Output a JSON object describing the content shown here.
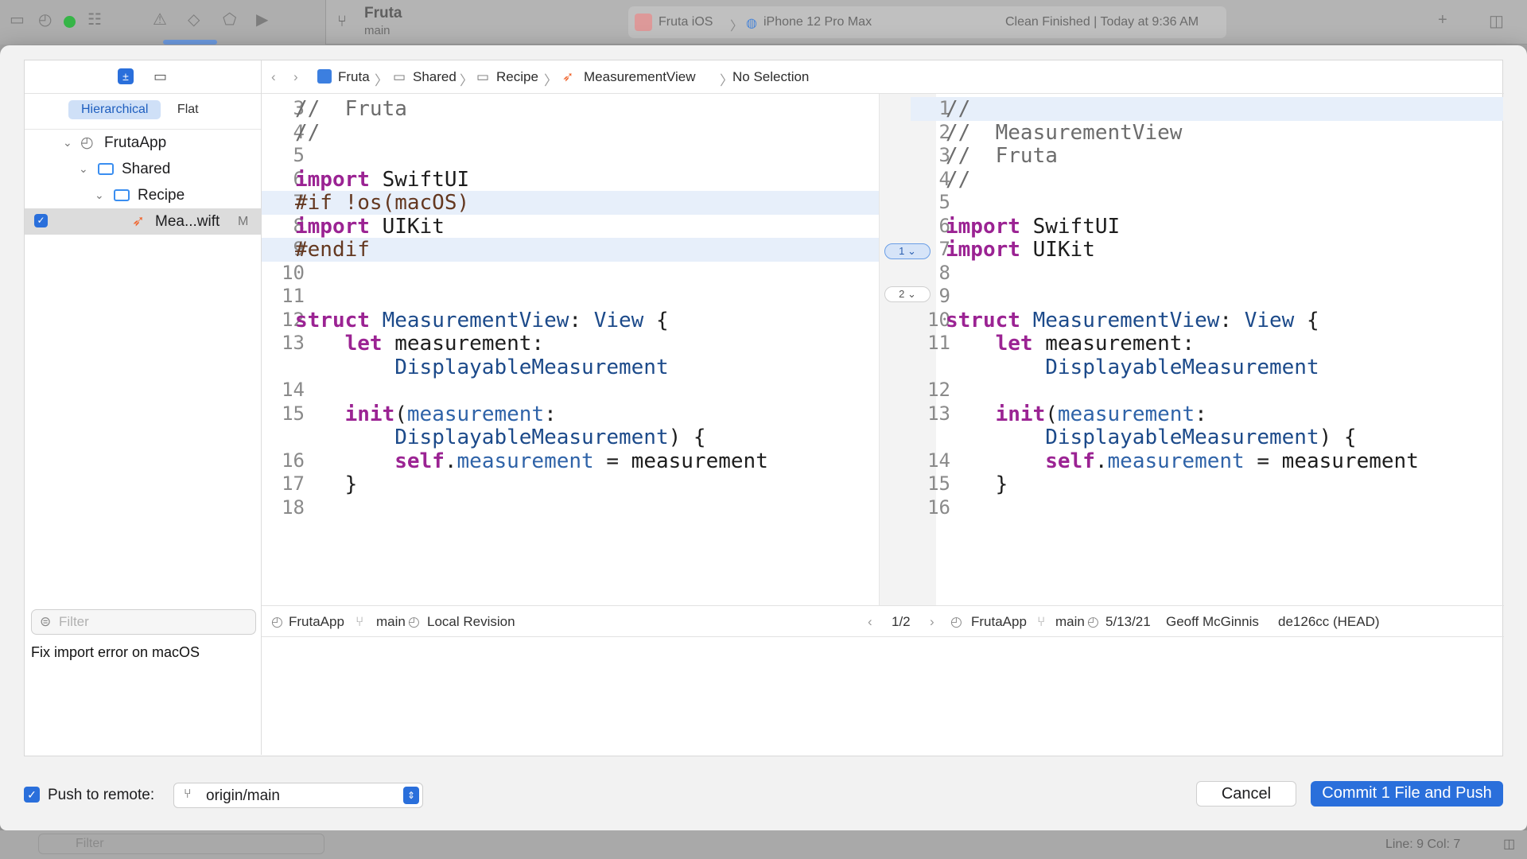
{
  "titlebar": {
    "project": "Fruta",
    "branch": "main",
    "scheme_target": "Fruta iOS",
    "device": "iPhone 12 Pro Max",
    "status": "Clean Finished | Today at 9:36 AM"
  },
  "sidebar": {
    "seg_hier": "Hierarchical",
    "seg_flat": "Flat",
    "tree": [
      {
        "label": "FrutaApp"
      },
      {
        "label": "Shared"
      },
      {
        "label": "Recipe"
      },
      {
        "label": "Mea...wift",
        "badge": "M"
      }
    ],
    "filter_placeholder": "Filter"
  },
  "jumpbar": {
    "items": [
      "Fruta",
      "Shared",
      "Recipe",
      "MeasurementView",
      "No Selection"
    ]
  },
  "left_code": {
    "lines": [
      {
        "n": "3",
        "t": "//  Fruta"
      },
      {
        "n": "4",
        "t": "//"
      },
      {
        "n": "5",
        "t": ""
      },
      {
        "n": "6",
        "t": "import SwiftUI"
      },
      {
        "n": "7",
        "t": "#if !os(macOS)"
      },
      {
        "n": "8",
        "t": "import UIKit"
      },
      {
        "n": "9",
        "t": "#endif"
      },
      {
        "n": "10",
        "t": ""
      },
      {
        "n": "11",
        "t": ""
      },
      {
        "n": "12",
        "t": "struct MeasurementView: View {"
      },
      {
        "n": "13",
        "t": "    let measurement:"
      },
      {
        "n": "",
        "t": "        DisplayableMeasurement"
      },
      {
        "n": "14",
        "t": ""
      },
      {
        "n": "15",
        "t": "    init(measurement:"
      },
      {
        "n": "",
        "t": "        DisplayableMeasurement) {"
      },
      {
        "n": "16",
        "t": "        self.measurement = measurement"
      },
      {
        "n": "17",
        "t": "    }"
      },
      {
        "n": "18",
        "t": ""
      }
    ]
  },
  "right_code": {
    "lines": [
      {
        "n": "1",
        "t": "//"
      },
      {
        "n": "2",
        "t": "//  MeasurementView"
      },
      {
        "n": "3",
        "t": "//  Fruta"
      },
      {
        "n": "4",
        "t": "//"
      },
      {
        "n": "5",
        "t": ""
      },
      {
        "n": "6",
        "t": "import SwiftUI"
      },
      {
        "n": "7",
        "t": "import UIKit"
      },
      {
        "n": "8",
        "t": ""
      },
      {
        "n": "9",
        "t": ""
      },
      {
        "n": "10",
        "t": "struct MeasurementView: View {"
      },
      {
        "n": "11",
        "t": "    let measurement:"
      },
      {
        "n": "",
        "t": "        DisplayableMeasurement"
      },
      {
        "n": "12",
        "t": ""
      },
      {
        "n": "13",
        "t": "    init(measurement:"
      },
      {
        "n": "",
        "t": "        DisplayableMeasurement) {"
      },
      {
        "n": "14",
        "t": "        self.measurement = measurement"
      },
      {
        "n": "15",
        "t": "    }"
      },
      {
        "n": "16",
        "t": ""
      }
    ]
  },
  "gutter": {
    "change1": "1",
    "change2": "2"
  },
  "bottom": {
    "left_repo": "FrutaApp",
    "left_branch": "main",
    "left_rev": "Local Revision",
    "page": "1/2",
    "right_repo": "FrutaApp",
    "right_branch": "main",
    "right_date": "5/13/21",
    "right_author": "Geoff McGinnis",
    "right_commit": "de126cc (HEAD)"
  },
  "commit_message": "Fix import error on macOS",
  "footer": {
    "push_label": "Push to remote:",
    "remote": "origin/main",
    "cancel": "Cancel",
    "commit": "Commit 1 File and Push"
  },
  "statusbar": {
    "filter": "Filter",
    "position": "Line: 9  Col: 7"
  },
  "colors": {
    "accent": "#2a6fdb",
    "highlight": "#e7effa"
  }
}
